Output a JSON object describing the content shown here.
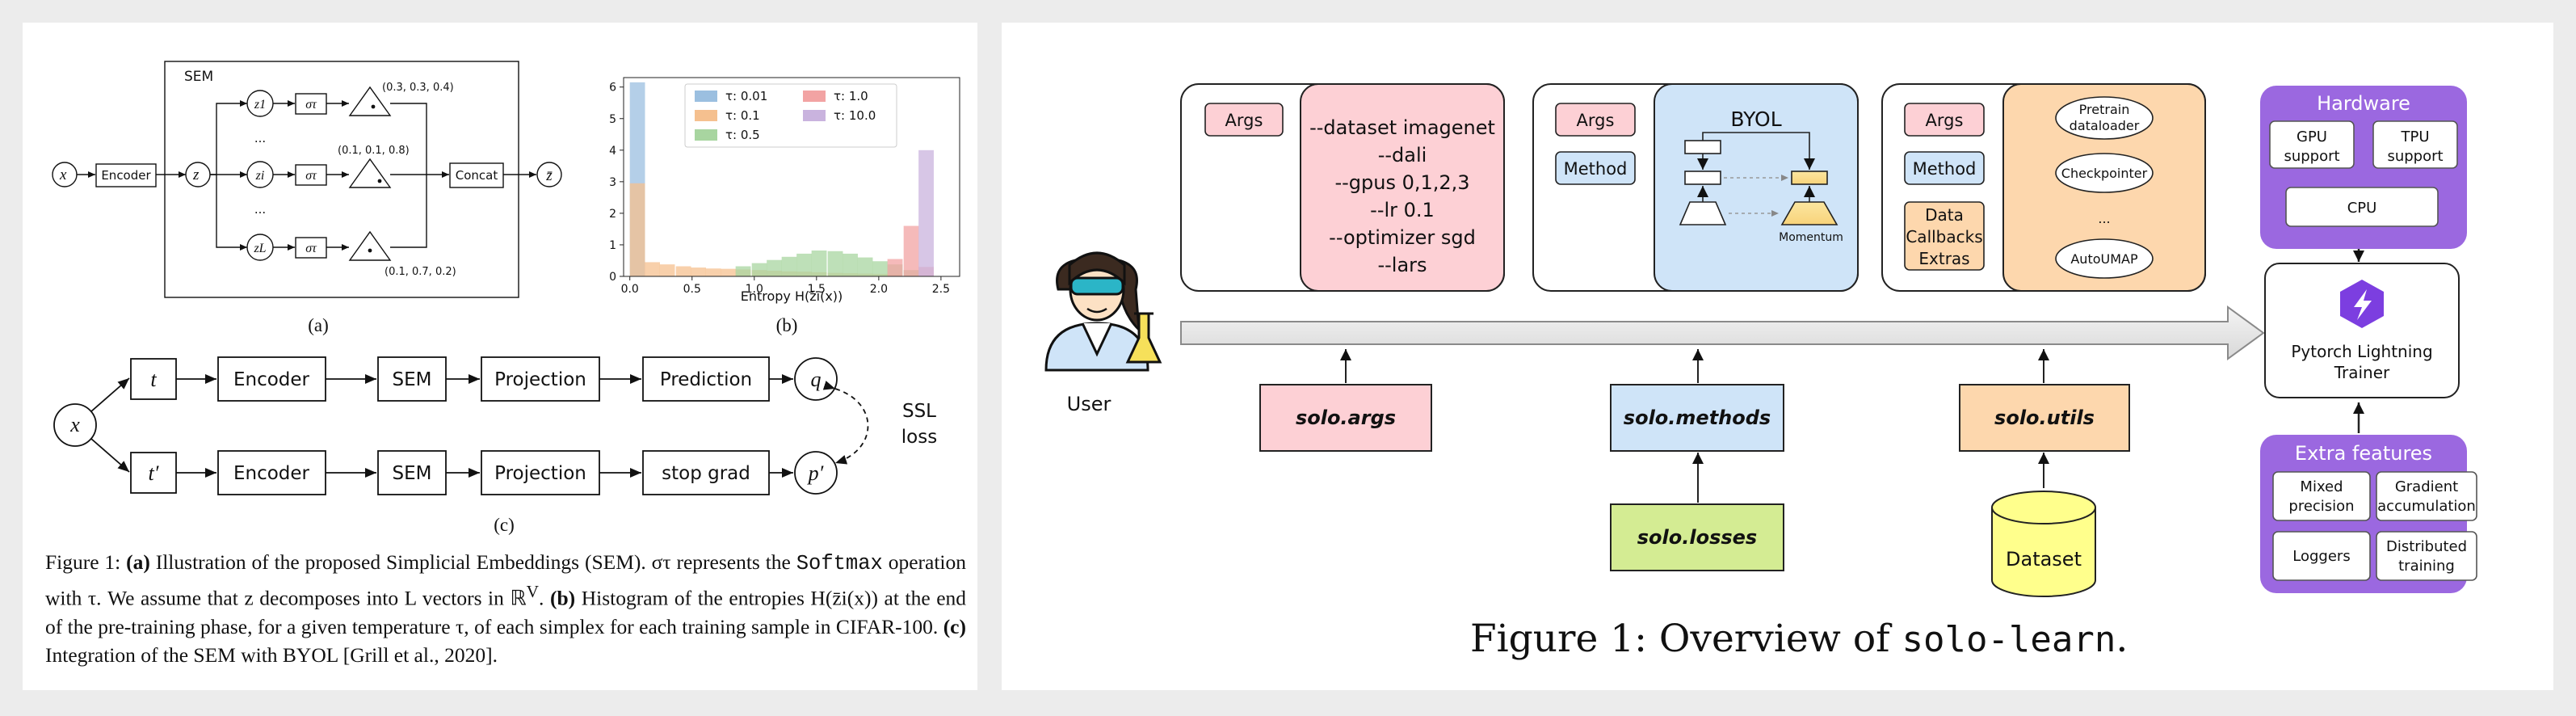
{
  "left_figure": {
    "sem_diagram": {
      "sem_label": "SEM",
      "input": "x",
      "encoder": "Encoder",
      "z": "z",
      "z_parts": [
        "z1",
        "zi",
        "zL"
      ],
      "dots": "...",
      "sigma": "στ",
      "simplex_values": [
        "(0.3, 0.3, 0.4)",
        "(0.1, 0.1, 0.8)",
        "(0.1, 0.7, 0.2)"
      ],
      "concat": "Concat",
      "output": "z̄",
      "sublabel": "(a)"
    },
    "histogram": {
      "sublabel": "(b)",
      "chart_data": {
        "type": "bar",
        "xlabel": "Entropy H(z̄i(x))",
        "ylabel": "",
        "xlim": [
          -0.05,
          2.65
        ],
        "ylim": [
          0,
          6.3
        ],
        "xticks": [
          "0.0",
          "0.5",
          "1.0",
          "1.5",
          "2.0",
          "2.5"
        ],
        "yticks": [
          "0",
          "1",
          "2",
          "3",
          "4",
          "5",
          "6"
        ],
        "bin_width": 0.122,
        "legend": "top",
        "series": [
          {
            "name": "τ: 0.01",
            "color": "#9bbfe0",
            "bins": [
              [
                0.0,
                6.15
              ]
            ]
          },
          {
            "name": "τ: 0.1",
            "color": "#f5c08f",
            "bins": [
              [
                0.0,
                2.95
              ],
              [
                0.12,
                0.45
              ],
              [
                0.24,
                0.38
              ],
              [
                0.37,
                0.32
              ],
              [
                0.49,
                0.28
              ],
              [
                0.61,
                0.25
              ],
              [
                0.73,
                0.24
              ],
              [
                0.85,
                0.22
              ],
              [
                0.98,
                0.2
              ],
              [
                1.1,
                0.18
              ],
              [
                1.22,
                0.16
              ],
              [
                1.34,
                0.15
              ],
              [
                1.46,
                0.13
              ],
              [
                1.59,
                0.11
              ],
              [
                1.71,
                0.1
              ],
              [
                1.83,
                0.09
              ],
              [
                1.95,
                0.08
              ],
              [
                2.07,
                0.07
              ]
            ]
          },
          {
            "name": "τ: 0.5",
            "color": "#a8d5a0",
            "bins": [
              [
                0.85,
                0.32
              ],
              [
                0.98,
                0.42
              ],
              [
                1.1,
                0.52
              ],
              [
                1.22,
                0.62
              ],
              [
                1.34,
                0.72
              ],
              [
                1.46,
                0.82
              ],
              [
                1.59,
                0.8
              ],
              [
                1.71,
                0.72
              ],
              [
                1.83,
                0.6
              ],
              [
                1.95,
                0.48
              ],
              [
                2.07,
                0.38
              ],
              [
                2.2,
                0.2
              ]
            ]
          },
          {
            "name": "τ: 1.0",
            "color": "#f2a3a3",
            "bins": [
              [
                2.07,
                0.55
              ],
              [
                2.2,
                1.6
              ],
              [
                2.32,
                0.3
              ]
            ]
          },
          {
            "name": "τ: 10.0",
            "color": "#c9b3de",
            "bins": [
              [
                2.32,
                4.0
              ]
            ]
          }
        ]
      }
    },
    "byol_diagram": {
      "x": "x",
      "t": "t",
      "t_prime": "t′",
      "top_row": [
        "Encoder",
        "SEM",
        "Projection",
        "Prediction"
      ],
      "bottom_row": [
        "Encoder",
        "SEM",
        "Projection",
        "stop grad"
      ],
      "q": "q",
      "p_prime": "p′",
      "loss_line1": "SSL",
      "loss_line2": "loss",
      "sublabel": "(c)"
    },
    "caption": {
      "label": "Figure 1:",
      "a_tag": "(a)",
      "a_text": "Illustration of the proposed Simplicial Embeddings (SEM). στ represents the",
      "softmax": "Softmax",
      "a_text2": "operation with τ. We assume that z decomposes into L vectors in ℝ",
      "superscript": "V",
      "a_text3": ".",
      "b_tag": "(b)",
      "b_text": "Histogram of the entropies H(z̄i(x)) at the end of the pre-training phase, for a given temperature τ, of each simplex for each training sample in CIFAR-100.",
      "c_tag": "(c)",
      "c_text": "Integration of the SEM with BYOL [Grill et al., 2020]."
    }
  },
  "right_figure": {
    "user_label": "User",
    "group1": {
      "args": "Args",
      "options": [
        "--dataset imagenet",
        "--dali",
        "--gpus 0,1,2,3",
        "--lr 0.1",
        "--optimizer sgd",
        "--lars"
      ]
    },
    "group2": {
      "args": "Args",
      "method": "Method",
      "byol": "BYOL",
      "momentum": "Momentum"
    },
    "group3": {
      "args": "Args",
      "method": "Method",
      "extras": [
        "Data",
        "Callbacks",
        "Extras"
      ],
      "utilities": [
        "Pretrain dataloader",
        "Checkpointer",
        "...",
        "AutoUMAP"
      ]
    },
    "modules": {
      "args": "solo.args",
      "methods": "solo.methods",
      "losses": "solo.losses",
      "utils": "solo.utils",
      "dataset": "Dataset"
    },
    "hardware": {
      "title": "Hardware",
      "gpu": [
        "GPU",
        "support"
      ],
      "tpu": [
        "TPU",
        "support"
      ],
      "cpu": "CPU"
    },
    "trainer": [
      "Pytorch Lightning",
      "Trainer"
    ],
    "extra_features": {
      "title": "Extra features",
      "items": [
        [
          "Mixed",
          "precision"
        ],
        [
          "Gradient",
          "accumulation"
        ],
        [
          "Loggers"
        ],
        [
          "Distributed",
          "training"
        ]
      ]
    },
    "caption": {
      "prefix": "Figure 1: Overview of",
      "code": "solo-learn",
      "suffix": "."
    },
    "colors": {
      "pink": "#fdd0d5",
      "blue": "#cfe4f8",
      "orange": "#fdd7ad",
      "green": "#d4ec93",
      "yellow": "#ffff8c",
      "purple": "#9b68e0",
      "lightning": "#7c3ee0"
    }
  }
}
